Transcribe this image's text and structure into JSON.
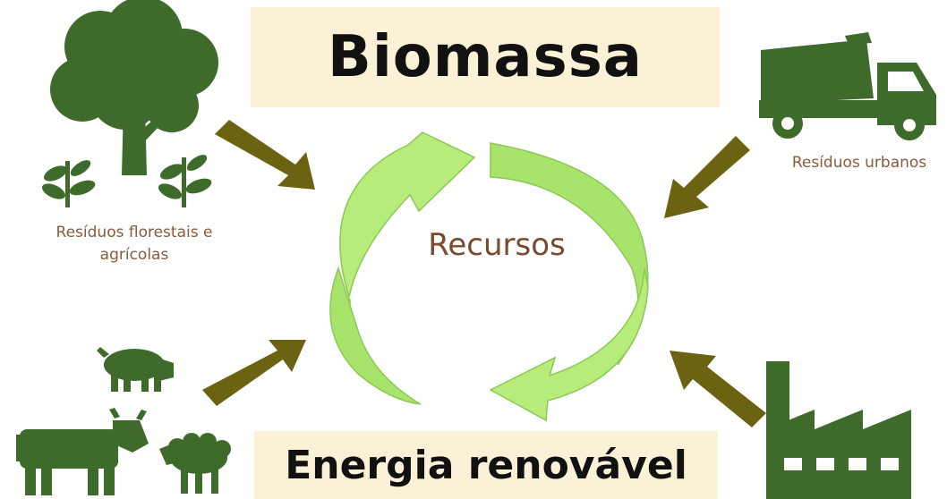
{
  "title": "Biomassa",
  "center_label": "Recursos",
  "bottom_label": "Energia renovável",
  "sources": {
    "forest": {
      "label": "Resíduos florestais e agrícolas",
      "icon": "tree-icon"
    },
    "urban": {
      "label": "Resíduos urbanos",
      "icon": "truck-icon"
    },
    "livestock": {
      "icon": "livestock-icon"
    },
    "industrial": {
      "icon": "factory-icon"
    }
  },
  "colors": {
    "icon_green": "#3e6b2c",
    "arrow_olive": "#6b6212",
    "cycle_green": "#a9e56a",
    "label_brown": "#8a5a3c",
    "banner": "#fbf1d7"
  }
}
